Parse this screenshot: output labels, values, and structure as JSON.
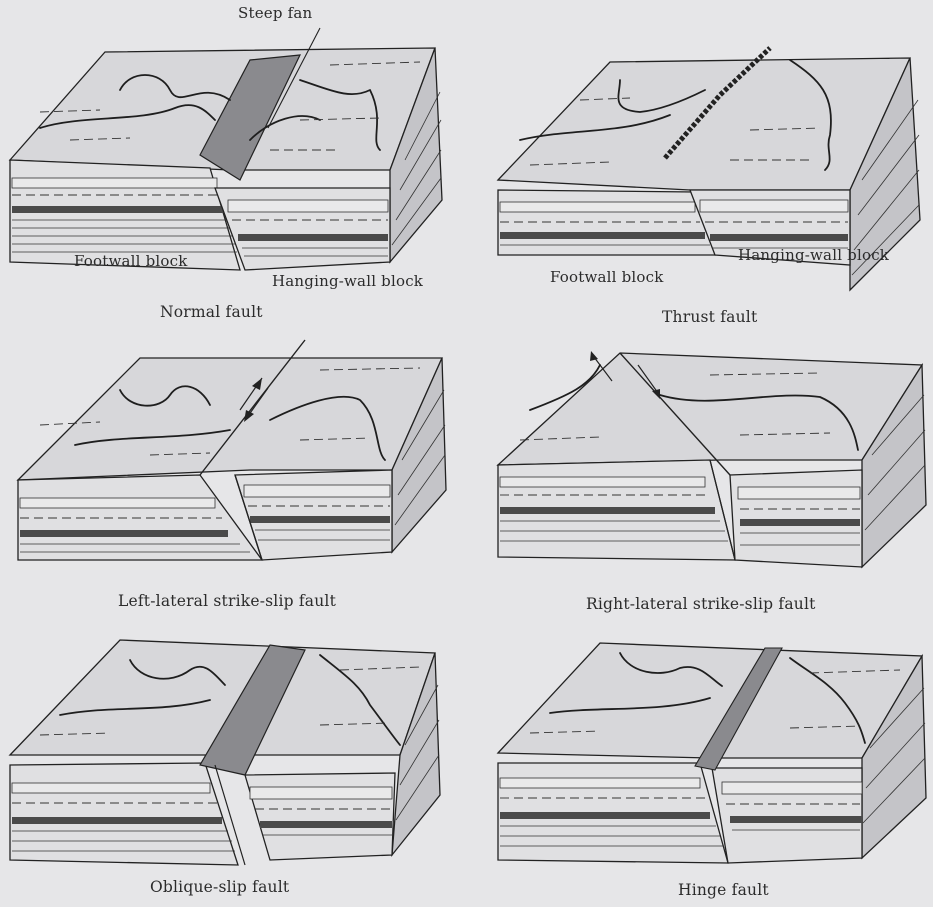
{
  "panels": {
    "normal": {
      "caption": "Normal fault",
      "footwall_label": "Footwall block",
      "hangingwall_label": "Hanging-wall block",
      "fan_label": "Steep fan"
    },
    "thrust": {
      "caption": "Thrust fault",
      "footwall_label": "Footwall block",
      "hangingwall_label": "Hanging-wall block"
    },
    "left_lateral": {
      "caption": "Left-lateral strike-slip fault"
    },
    "right_lateral": {
      "caption": "Right-lateral strike-slip fault"
    },
    "oblique": {
      "caption": "Oblique-slip fault"
    },
    "hinge": {
      "caption": "Hinge fault"
    }
  },
  "colors": {
    "background": "#e6e6e8",
    "ink": "#222222",
    "stipple": "#cfcfd2",
    "dark_band": "#4a4a4a"
  }
}
